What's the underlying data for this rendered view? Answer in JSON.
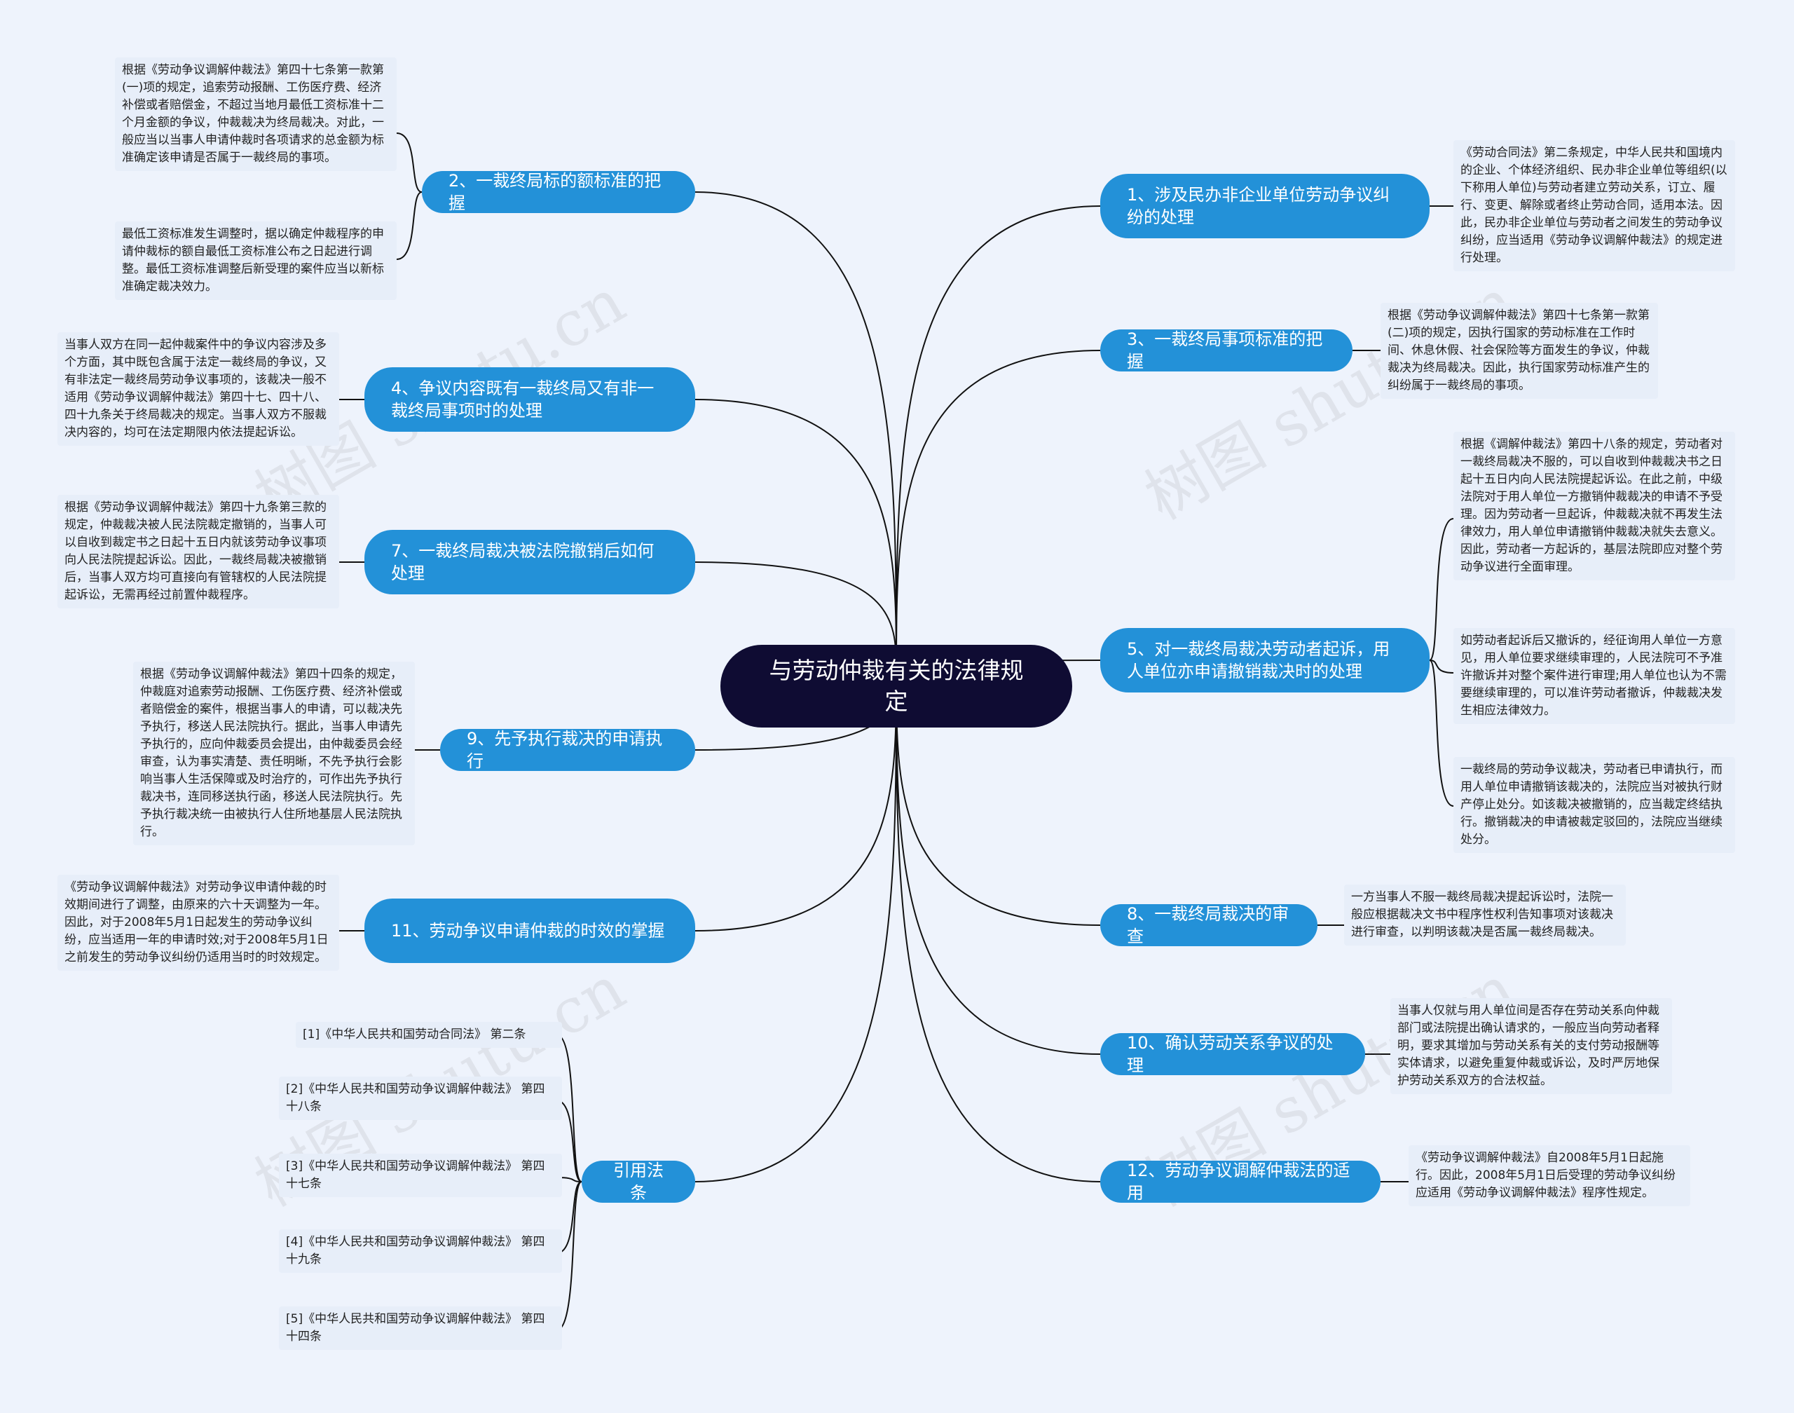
{
  "root": {
    "label": "与劳动仲裁有关的法律规定"
  },
  "branches": [
    {
      "label": "1、涉及民办非企业单位劳动争议纠纷的处理",
      "notes": [
        "《劳动合同法》第二条规定，中华人民共和国境内的企业、个体经济组织、民办非企业单位等组织(以下称用人单位)与劳动者建立劳动关系，订立、履行、变更、解除或者终止劳动合同，适用本法。因此，民办非企业单位与劳动者之间发生的劳动争议纠纷，应当适用《劳动争议调解仲裁法》的规定进行处理。"
      ]
    },
    {
      "label": "2、一裁终局标的额标准的把握",
      "notes": [
        "根据《劳动争议调解仲裁法》第四十七条第一款第(一)项的规定，追索劳动报酬、工伤医疗费、经济补偿或者赔偿金，不超过当地月最低工资标准十二个月金额的争议，仲裁裁决为终局裁决。对此，一般应当以当事人申请仲裁时各项请求的总金额为标准确定该申请是否属于一裁终局的事项。",
        "最低工资标准发生调整时，据以确定仲裁程序的申请仲裁标的额自最低工资标准公布之日起进行调整。最低工资标准调整后新受理的案件应当以新标准确定裁决效力。"
      ]
    },
    {
      "label": "3、一裁终局事项标准的把握",
      "notes": [
        "根据《劳动争议调解仲裁法》第四十七条第一款第(二)项的规定，因执行国家的劳动标准在工作时间、休息休假、社会保险等方面发生的争议，仲裁裁决为终局裁决。因此，执行国家劳动标准产生的纠纷属于一裁终局的事项。"
      ]
    },
    {
      "label": "4、争议内容既有一裁终局又有非一裁终局事项时的处理",
      "notes": [
        "当事人双方在同一起仲裁案件中的争议内容涉及多个方面，其中既包含属于法定一裁终局的争议，又有非法定一裁终局劳动争议事项的，该裁决一般不适用《劳动争议调解仲裁法》第四十七、四十八、四十九条关于终局裁决的规定。当事人双方不服裁决内容的，均可在法定期限内依法提起诉讼。"
      ]
    },
    {
      "label": "5、对一裁终局裁决劳动者起诉，用人单位亦申请撤销裁决时的处理",
      "notes": [
        "根据《调解仲裁法》第四十八条的规定，劳动者对一裁终局裁决不服的，可以自收到仲裁裁决书之日起十五日内向人民法院提起诉讼。在此之前，中级法院对于用人单位一方撤销仲裁裁决的申请不予受理。因为劳动者一旦起诉，仲裁裁决就不再发生法律效力，用人单位申请撤销仲裁裁决就失去意义。因此，劳动者一方起诉的，基层法院即应对整个劳动争议进行全面审理。",
        "如劳动者起诉后又撤诉的，经征询用人单位一方意见，用人单位要求继续审理的，人民法院可不予准许撤诉并对整个案件进行审理;用人单位也认为不需要继续审理的，可以准许劳动者撤诉，仲裁裁决发生相应法律效力。",
        "一裁终局的劳动争议裁决，劳动者已申请执行，而用人单位申请撤销该裁决的，法院应当对被执行财产停止处分。如该裁决被撤销的，应当裁定终结执行。撤销裁决的申请被裁定驳回的，法院应当继续处分。"
      ]
    },
    {
      "label": "7、一裁终局裁决被法院撤销后如何处理",
      "notes": [
        "根据《劳动争议调解仲裁法》第四十九条第三款的规定，仲裁裁决被人民法院裁定撤销的，当事人可以自收到裁定书之日起十五日内就该劳动争议事项向人民法院提起诉讼。因此，一裁终局裁决被撤销后，当事人双方均可直接向有管辖权的人民法院提起诉讼，无需再经过前置仲裁程序。"
      ]
    },
    {
      "label": "8、一裁终局裁决的审查",
      "notes": [
        "一方当事人不服一裁终局裁决提起诉讼时，法院一般应根据裁决文书中程序性权利告知事项对该裁决进行审查，以判明该裁决是否属一裁终局裁决。"
      ]
    },
    {
      "label": "9、先予执行裁决的申请执行",
      "notes": [
        "根据《劳动争议调解仲裁法》第四十四条的规定，仲裁庭对追索劳动报酬、工伤医疗费、经济补偿或者赔偿金的案件，根据当事人的申请，可以裁决先予执行，移送人民法院执行。据此，当事人申请先予执行的，应向仲裁委员会提出，由仲裁委员会经审查，认为事实清楚、责任明晰，不先予执行会影响当事人生活保障或及时治疗的，可作出先予执行裁决书，连同移送执行函，移送人民法院执行。先予执行裁决统一由被执行人住所地基层人民法院执行。"
      ]
    },
    {
      "label": "10、确认劳动关系争议的处理",
      "notes": [
        "当事人仅就与用人单位间是否存在劳动关系向仲裁部门或法院提出确认请求的，一般应当向劳动者释明，要求其增加与劳动关系有关的支付劳动报酬等实体请求，以避免重复仲裁或诉讼，及时严厉地保护劳动关系双方的合法权益。"
      ]
    },
    {
      "label": "11、劳动争议申请仲裁的时效的掌握",
      "notes": [
        "《劳动争议调解仲裁法》对劳动争议申请仲裁的时效期间进行了调整，由原来的六十天调整为一年。因此，对于2008年5月1日起发生的劳动争议纠纷，应当适用一年的申请时效;对于2008年5月1日之前发生的劳动争议纠纷仍适用当时的时效规定。"
      ]
    },
    {
      "label": "12、劳动争议调解仲裁法的适用",
      "notes": [
        "《劳动争议调解仲裁法》自2008年5月1日起施行。因此，2008年5月1日后受理的劳动争议纠纷应适用《劳动争议调解仲裁法》程序性规定。"
      ]
    },
    {
      "label": "引用法条",
      "notes": [
        "[1]《中华人民共和国劳动合同法》 第二条",
        "[2]《中华人民共和国劳动争议调解仲裁法》 第四十八条",
        "[3]《中华人民共和国劳动争议调解仲裁法》 第四十七条",
        "[4]《中华人民共和国劳动争议调解仲裁法》 第四十九条",
        "[5]《中华人民共和国劳动争议调解仲裁法》 第四十四条"
      ]
    }
  ],
  "watermark": "树图 shutu.cn",
  "colors": {
    "root": "#0f0c33",
    "branch": "#2391d8",
    "leaf_bg": "#e7eef9",
    "link": "#111111",
    "background": "#eef3fc"
  }
}
